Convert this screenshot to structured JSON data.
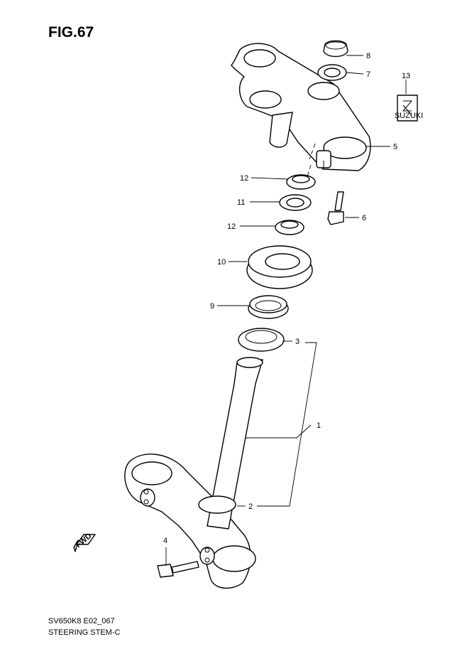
{
  "figure": {
    "title": "FIG.67"
  },
  "footer": {
    "code": "SV650K8 E02_067",
    "caption": "STEERING STEM-C"
  },
  "direction_marker": {
    "label": "FWD"
  },
  "logo_decal": {
    "text": "SUZUKI"
  },
  "callouts": [
    {
      "number": "1"
    },
    {
      "number": "2"
    },
    {
      "number": "3"
    },
    {
      "number": "4"
    },
    {
      "number": "5"
    },
    {
      "number": "6"
    },
    {
      "number": "7"
    },
    {
      "number": "8"
    },
    {
      "number": "9"
    },
    {
      "number": "10"
    },
    {
      "number": "11"
    },
    {
      "number": "12"
    },
    {
      "number": "12"
    },
    {
      "number": "13"
    }
  ]
}
